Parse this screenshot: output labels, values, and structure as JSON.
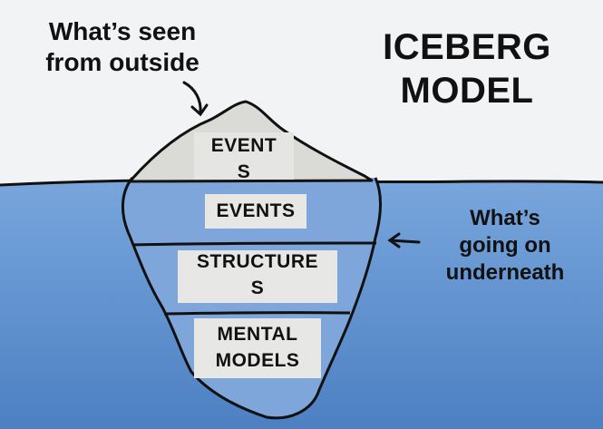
{
  "title": {
    "line1": "ICEBERG",
    "line2": "MODEL"
  },
  "annotations": {
    "top_left": {
      "line1": "What’s seen",
      "line2": "from outside"
    },
    "right": {
      "line1": "What’s",
      "line2": "going on",
      "line3": "underneath"
    }
  },
  "layers": {
    "above_water": {
      "line1": "EVENT",
      "line2": "S"
    },
    "events": "EVENTS",
    "structures": {
      "line1": "STRUCTURE",
      "line2": "S"
    },
    "mental_models": {
      "line1": "MENTAL",
      "line2": "MODELS"
    }
  },
  "colors": {
    "sky": "#f2f3f5",
    "water_top": "#6d9bd3",
    "water_bottom": "#4f82c4",
    "ice_above": "#d9dad7",
    "ice_below": "#7ea6da",
    "label_band": "#e7e8e6",
    "stroke": "#111111"
  },
  "icons": {
    "arrow_top": "curved-arrow-icon",
    "arrow_right": "left-arrow-icon"
  }
}
